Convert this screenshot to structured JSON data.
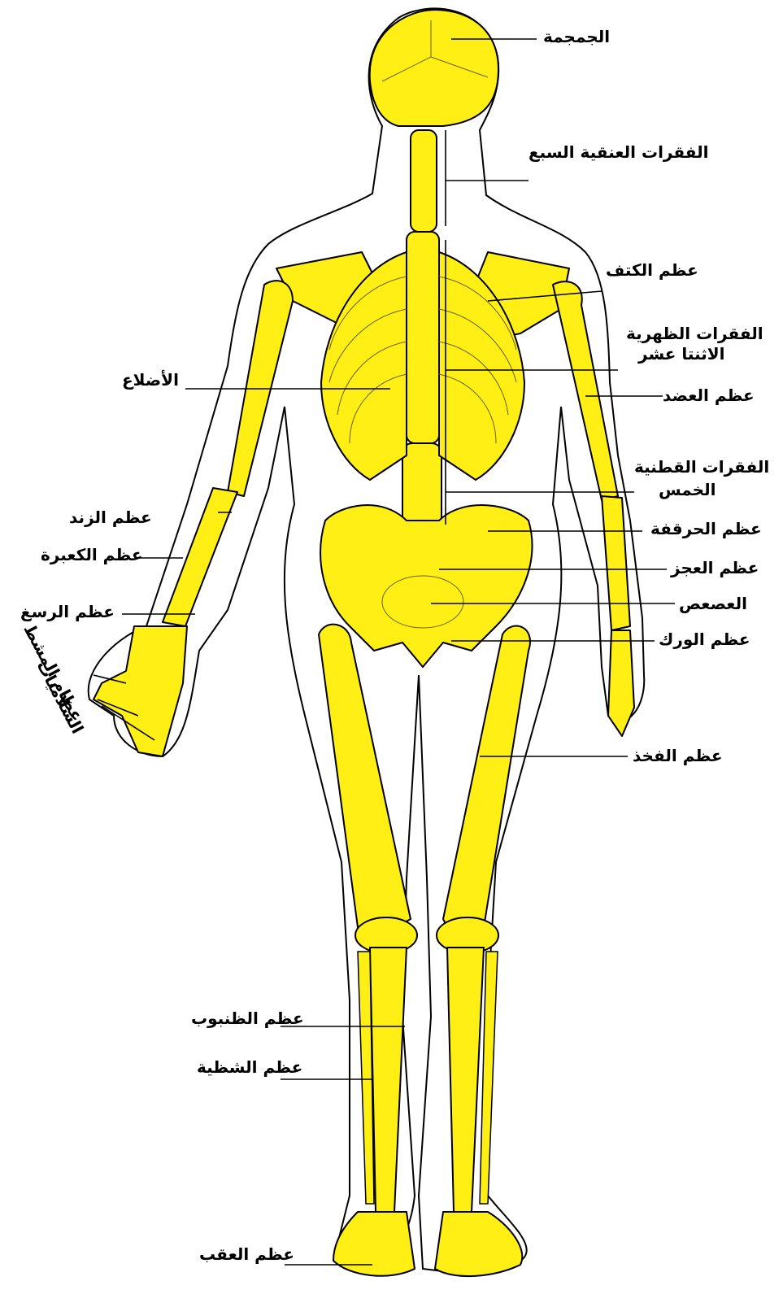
{
  "diagram": {
    "colors": {
      "bone": "#ffef14",
      "outline": "#000000",
      "background": "#ffffff"
    },
    "labels": {
      "skull": "الجمجمة",
      "cervical": "الفقرات العنقية السبع",
      "scapula": "عظم الكتف",
      "thoracic_1": "الفقرات الظهرية",
      "thoracic_2": "الاثنتا عشر",
      "ribs": "الأضلاع",
      "humerus": "عظم العضد",
      "lumbar_1": "الفقرات القطنية",
      "lumbar_2": "الخمس",
      "ulna": "عظم الزند",
      "ilium": "عظم الحرقفة",
      "radius": "عظم الكعبرة",
      "sacrum": "عظم العجز",
      "coccyx": "العصعص",
      "carpals": "عظم الرسغ",
      "hip": "عظم الورك",
      "metacarpals": "عظام المشط",
      "phalanges": "السلاميات",
      "femur": "عظم الفخذ",
      "tibia": "عظم الظنبوب",
      "fibula": "عظم الشظية",
      "calcaneus": "عظم العقب"
    }
  }
}
